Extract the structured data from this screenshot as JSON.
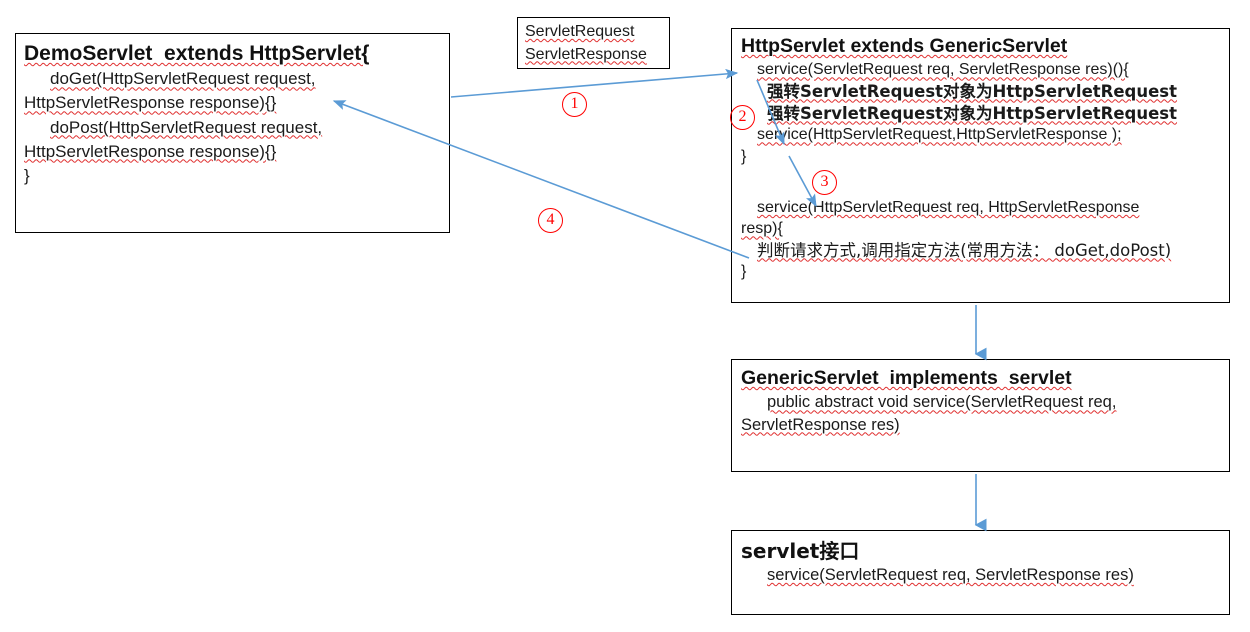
{
  "colors": {
    "arrow": "#5B9BD5",
    "annotation": "#FF0000",
    "box_border": "#000000",
    "text": "#1a1a1a",
    "background": "#FFFFFF"
  },
  "boxes": {
    "demo_servlet": {
      "title": "DemoServlet  extends HttpServlet{",
      "lines": [
        "doGet(HttpServletRequest request,",
        "HttpServletResponse response){}",
        "doPost(HttpServletRequest request,",
        "HttpServletResponse response){}",
        "}"
      ]
    },
    "servlet_req_res": {
      "lines": [
        "ServletRequest",
        "ServletResponse"
      ]
    },
    "http_servlet": {
      "title": "HttpServlet extends GenericServlet",
      "line1": "service(ServletRequest req, ServletResponse res)(){",
      "cn_line1": "强转ServletRequest对象为HttpServletRequest",
      "cn_line2": "强转ServletRequest对象为HttpServletRequest",
      "line2": "service(HttpServletRequest,HttpServletResponse );",
      "line3": "}",
      "line4": "service(HttpServletRequest req, HttpServletResponse",
      "line5": "resp){",
      "cn_line3": "判断请求方式,调用指定方法(常用方法： doGet,doPost)",
      "line6": "}"
    },
    "generic_servlet": {
      "title": "GenericServlet  implements  servlet",
      "lines": [
        "public abstract void service(ServletRequest req,",
        "ServletResponse res)"
      ]
    },
    "servlet_interface": {
      "title": "servlet接口",
      "lines": [
        "service(ServletRequest req, ServletResponse res)"
      ]
    }
  },
  "annotations": [
    {
      "id": "step-1",
      "label": "①",
      "number": "1"
    },
    {
      "id": "step-2",
      "label": "②",
      "number": "2"
    },
    {
      "id": "step-3",
      "label": "③",
      "number": "3"
    },
    {
      "id": "step-4",
      "label": "④",
      "number": "4"
    }
  ],
  "connectors": [
    {
      "name": "demo-to-httpservlet",
      "step": "1"
    },
    {
      "name": "service-to-service-cast",
      "step": "2"
    },
    {
      "name": "service-to-http-service",
      "step": "3"
    },
    {
      "name": "httpservlet-to-demo",
      "step": "4"
    },
    {
      "name": "httpservlet-to-genericservlet",
      "step": ""
    },
    {
      "name": "genericservlet-to-servlet",
      "step": ""
    }
  ]
}
